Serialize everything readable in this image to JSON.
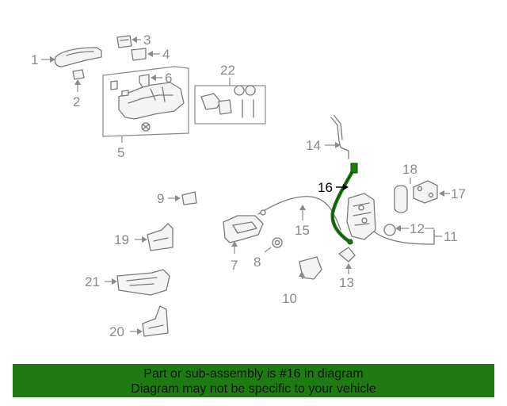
{
  "callouts": {
    "c1": "1",
    "c2": "2",
    "c3": "3",
    "c4": "4",
    "c5": "5",
    "c6": "6",
    "c7": "7",
    "c8": "8",
    "c9": "9",
    "c10": "10",
    "c11": "11",
    "c12": "12",
    "c13": "13",
    "c14": "14",
    "c15": "15",
    "c16": "16",
    "c17": "17",
    "c18": "18",
    "c19": "19",
    "c20": "20",
    "c21": "21",
    "c22": "22"
  },
  "highlight_color": "#1e7b12",
  "banner": {
    "line1": "Part or sub-assembly is #16 in diagram",
    "line2": "Diagram may not be specific to your vehicle"
  }
}
